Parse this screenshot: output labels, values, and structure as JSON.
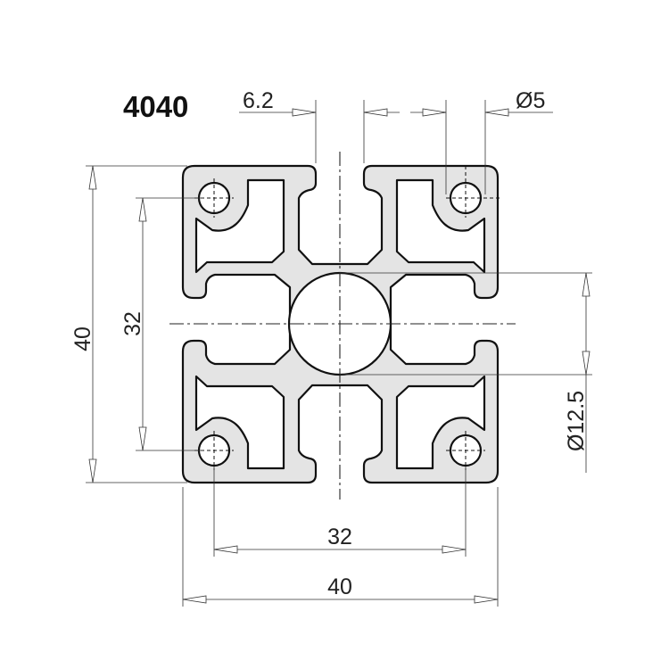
{
  "title": "4040",
  "dimensions": {
    "slot_width": "6.2",
    "small_hole": "Ø5",
    "height_outer": "40",
    "height_inner": "32",
    "center_bore": "Ø12.5",
    "width_inner": "32",
    "width_outer": "40"
  }
}
